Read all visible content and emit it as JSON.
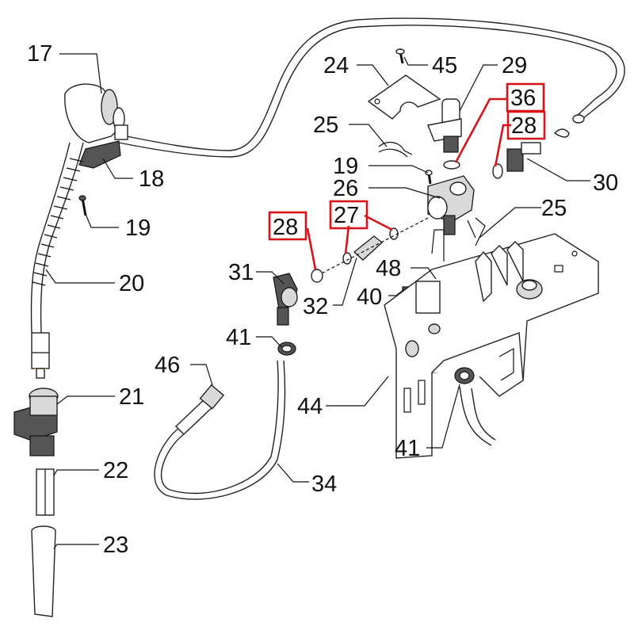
{
  "diagram": {
    "callouts": [
      {
        "id": "c17",
        "text": "17",
        "highlight": false
      },
      {
        "id": "c18",
        "text": "18",
        "highlight": false
      },
      {
        "id": "c19a",
        "text": "19",
        "highlight": false
      },
      {
        "id": "c20",
        "text": "20",
        "highlight": false
      },
      {
        "id": "c21",
        "text": "21",
        "highlight": false
      },
      {
        "id": "c22",
        "text": "22",
        "highlight": false
      },
      {
        "id": "c23",
        "text": "23",
        "highlight": false
      },
      {
        "id": "c24",
        "text": "24",
        "highlight": false
      },
      {
        "id": "c45",
        "text": "45",
        "highlight": false
      },
      {
        "id": "c29",
        "text": "29",
        "highlight": false
      },
      {
        "id": "c36",
        "text": "36",
        "highlight": true
      },
      {
        "id": "c28a",
        "text": "28",
        "highlight": true
      },
      {
        "id": "c25a",
        "text": "25",
        "highlight": false
      },
      {
        "id": "c19b",
        "text": "19",
        "highlight": false
      },
      {
        "id": "c26",
        "text": "26",
        "highlight": false
      },
      {
        "id": "c30",
        "text": "30",
        "highlight": false
      },
      {
        "id": "c25b",
        "text": "25",
        "highlight": false
      },
      {
        "id": "c27",
        "text": "27",
        "highlight": true
      },
      {
        "id": "c28b",
        "text": "28",
        "highlight": true
      },
      {
        "id": "c31",
        "text": "31",
        "highlight": false
      },
      {
        "id": "c48",
        "text": "48",
        "highlight": false
      },
      {
        "id": "c32",
        "text": "32",
        "highlight": false
      },
      {
        "id": "c40",
        "text": "40",
        "highlight": false
      },
      {
        "id": "c41a",
        "text": "41",
        "highlight": false
      },
      {
        "id": "c46",
        "text": "46",
        "highlight": false
      },
      {
        "id": "c44",
        "text": "44",
        "highlight": false
      },
      {
        "id": "c41b",
        "text": "41",
        "highlight": false
      },
      {
        "id": "c34",
        "text": "34",
        "highlight": false
      }
    ],
    "colors": {
      "highlight": "#d8141b",
      "line": "#111111",
      "part_fill": "#d9d9d9",
      "dark_fill": "#555555"
    }
  }
}
